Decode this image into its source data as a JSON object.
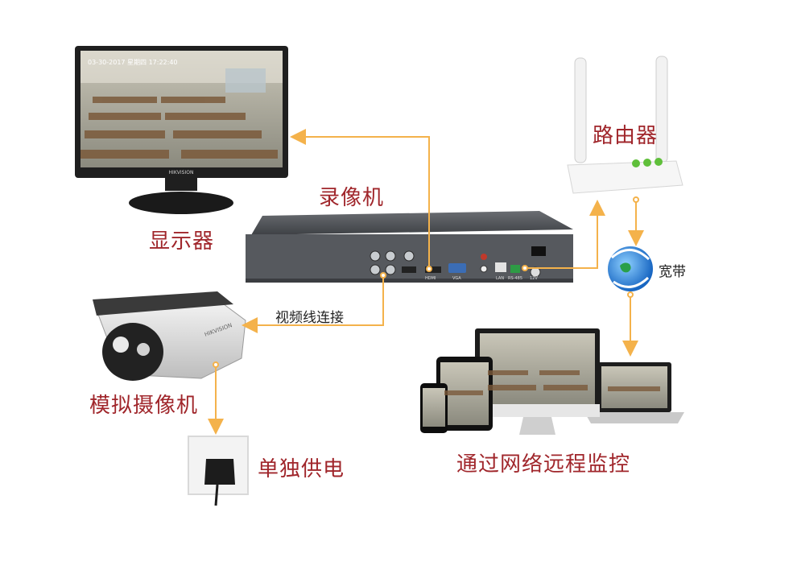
{
  "labels": {
    "monitor": "显示器",
    "recorder": "录像机",
    "router": "路由器",
    "broadband": "宽带",
    "video_cable": "视频线连接",
    "analog_camera": "模拟摄像机",
    "power": "单独供电",
    "remote": "通过网络远程监控"
  },
  "monitor": {
    "osd": "03-30-2017 星期四 17:22:40",
    "brand": "HIKVISION"
  },
  "camera": {
    "brand": "HIKVISION"
  },
  "dvr_ports": [
    "HDMI",
    "VGA",
    "LAN",
    "RS-485",
    "12V"
  ],
  "colors": {
    "label_red": "#a0262b",
    "connector_orange": "#f4b24b",
    "dvr_body": "#4a4d52",
    "router_green": "#5fbf3a"
  }
}
